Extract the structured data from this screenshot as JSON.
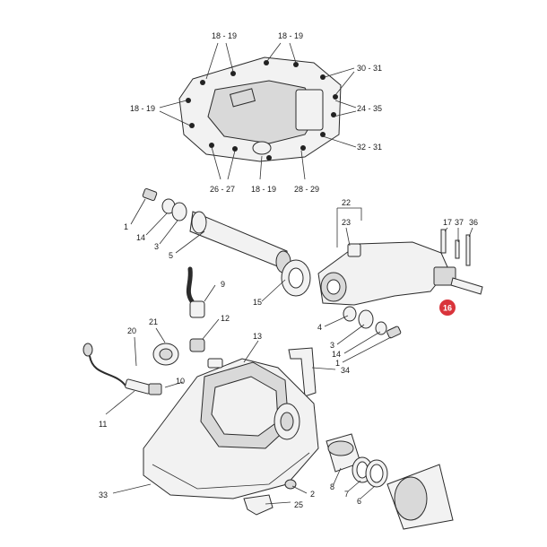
{
  "labels": {
    "tl_1819": "18 - 19",
    "tr_1819": "18 - 19",
    "l_1819": "18 - 19",
    "b_1819": "18 - 19",
    "p3031": "30 - 31",
    "p2435": "24 - 35",
    "p3231": "32 - 31",
    "p2627": "26 - 27",
    "p2829": "28 - 29",
    "p1": "1",
    "p14": "14",
    "p3": "3",
    "p5": "5",
    "p22": "22",
    "p23": "23",
    "p17": "17",
    "p37": "37",
    "p36": "36",
    "p16": "16",
    "p15": "15",
    "p9": "9",
    "p4": "4",
    "p3b": "3",
    "p14b": "14",
    "p1b": "1",
    "p20": "20",
    "p21": "21",
    "p12": "12",
    "p13": "13",
    "p10": "10",
    "p34": "34",
    "p11": "11",
    "p33": "33",
    "p2": "2",
    "p25": "25",
    "p8": "8",
    "p7": "7",
    "p6": "6"
  },
  "highlight": {
    "color": "#d9343b",
    "part": "16"
  }
}
